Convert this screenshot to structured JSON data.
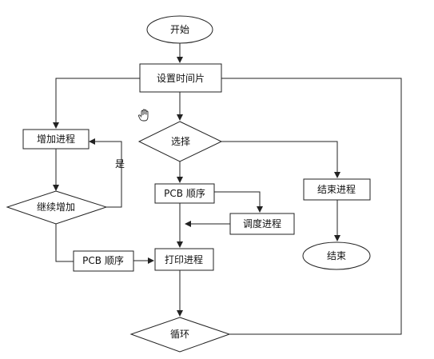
{
  "diagram": {
    "nodes": {
      "start": "开始",
      "set_timeslice": "设置时间片",
      "select": "选择",
      "add_process": "增加进程",
      "continue_add": "继续增加",
      "yes": "是",
      "pcb_order_1": "PCB 顺序",
      "schedule_process": "调度进程",
      "end_process": "结束进程",
      "end": "结束",
      "pcb_order_2": "PCB 顺序",
      "print_process": "打印进程",
      "loop": "循环"
    },
    "cursor_icon": "hand-cursor-icon"
  }
}
